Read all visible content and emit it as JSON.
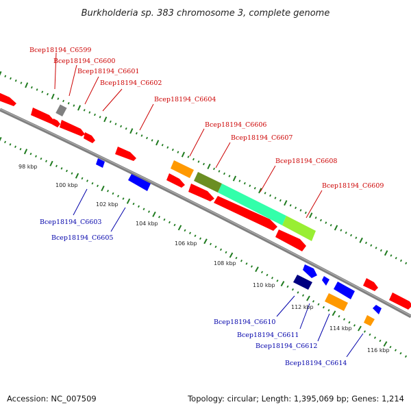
{
  "title": "Burkholderia sp. 383 chromosome 3, complete genome",
  "footer": {
    "accession": "Accession: NC_007509",
    "summary": "Topology: circular; Length: 1,395,069 bp; Genes: 1,214"
  },
  "ticks": [
    "98 kbp",
    "100 kbp",
    "102 kbp",
    "104 kbp",
    "106 kbp",
    "108 kbp",
    "110 kbp",
    "112 kbp",
    "114 kbp",
    "116 kbp"
  ],
  "forward_labels": [
    "Bcep18194_C6599",
    "Bcep18194_C6600",
    "Bcep18194_C6601",
    "Bcep18194_C6602",
    "Bcep18194_C6604",
    "Bcep18194_C6606",
    "Bcep18194_C6607",
    "Bcep18194_C6608",
    "Bcep18194_C6609"
  ],
  "reverse_labels": [
    "Bcep18194_C6603",
    "Bcep18194_C6605",
    "Bcep18194_C6610",
    "Bcep18194_C6611",
    "Bcep18194_C6612",
    "Bcep18194_C6614"
  ],
  "colors": {
    "backbone": "#808080",
    "tick_dots": "#1e7a1e",
    "forward_label": "#cc0000",
    "reverse_label": "#0000aa",
    "gene_red": "#ff0000",
    "gene_blue": "#0000ff",
    "gene_navy": "#000080",
    "gene_orange": "#ff9900",
    "gene_gray": "#808080",
    "gene_olive": "#6b8e23",
    "gene_aqua": "#33ffaa",
    "gene_yellowgreen": "#99ee33"
  }
}
